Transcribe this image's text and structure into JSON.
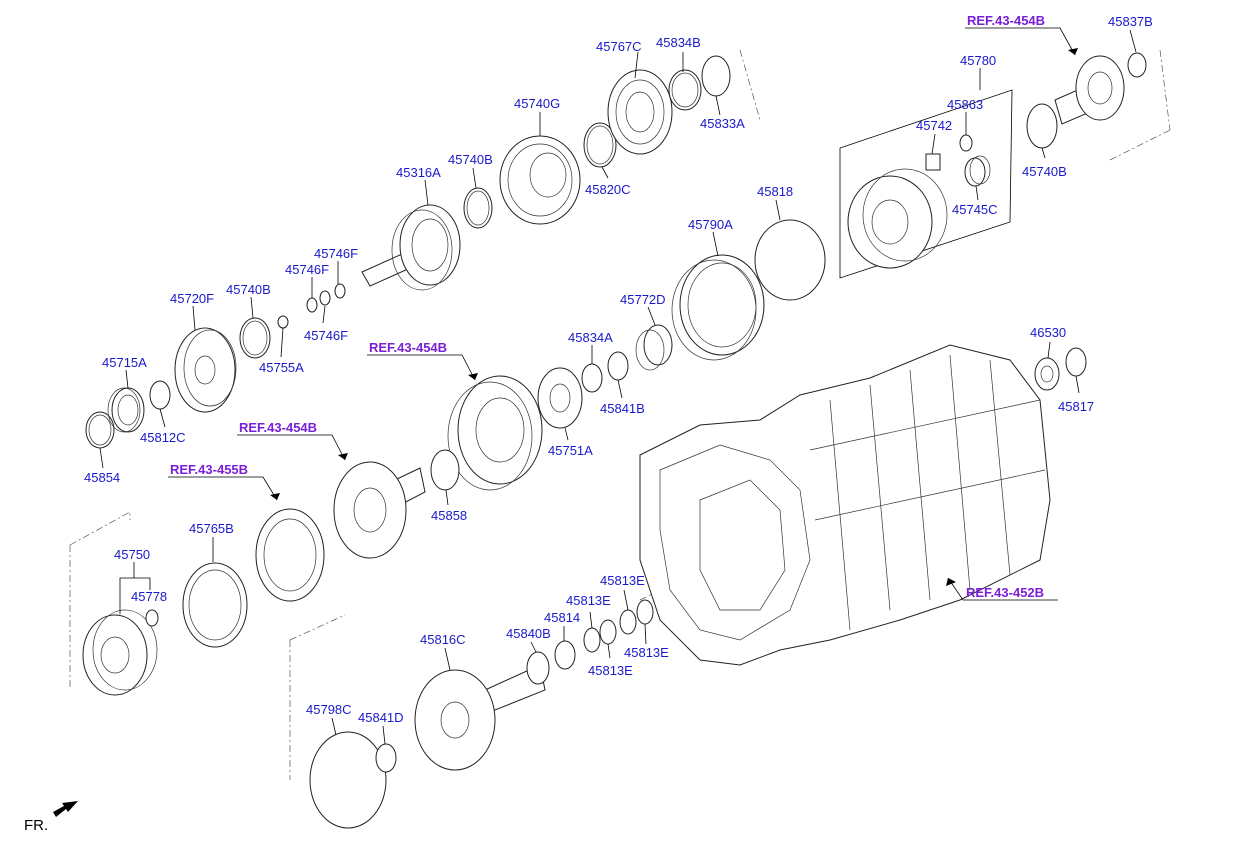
{
  "diagram": {
    "labels": [
      "45767C",
      "45834B",
      "45833A",
      "45740G",
      "45820C",
      "45740B",
      "45316A",
      "45746F",
      "45746F",
      "45746F",
      "45755A",
      "45720F",
      "45740B",
      "45715A",
      "45812C",
      "45854",
      "45818",
      "45790A",
      "45772D",
      "45834A",
      "45841B",
      "45751A",
      "45858",
      "45765B",
      "45750",
      "45778",
      "45816C",
      "45840B",
      "45814",
      "45813E",
      "45813E",
      "45813E",
      "45813E",
      "45798C",
      "45841D",
      "45780",
      "45863",
      "45742",
      "45745C",
      "45837B",
      "45740B",
      "46530",
      "45817"
    ],
    "refs": [
      "REF.43-454B",
      "REF.43-454B",
      "REF.43-455B",
      "REF.43-454B",
      "REF.43-452B"
    ],
    "front_marker": "FR."
  }
}
